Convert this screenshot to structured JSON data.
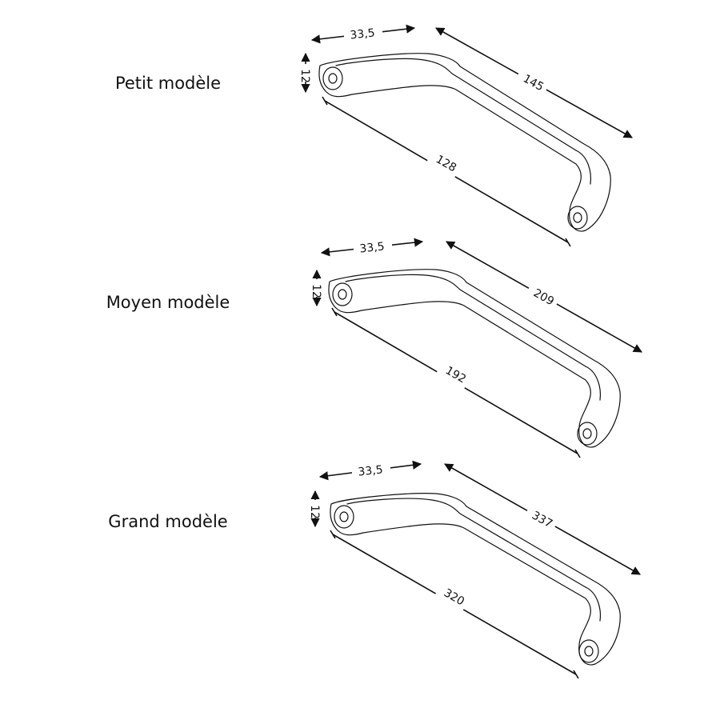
{
  "colors": {
    "line": "#111111",
    "background": "#ffffff"
  },
  "models": [
    {
      "label": "Petit modèle",
      "width": "33,5",
      "height": "12",
      "length": "145",
      "spacing": "128"
    },
    {
      "label": "Moyen modèle",
      "width": "33,5",
      "height": "12",
      "length": "209",
      "spacing": "192"
    },
    {
      "label": "Grand modèle",
      "width": "33,5",
      "height": "12",
      "length": "337",
      "spacing": "320"
    }
  ]
}
